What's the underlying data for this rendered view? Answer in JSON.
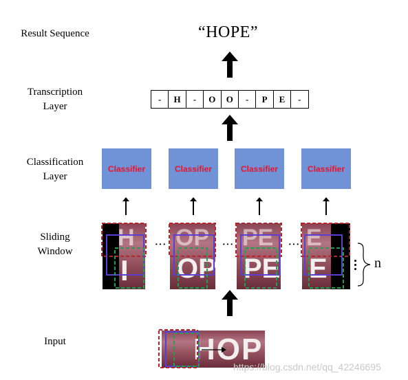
{
  "labels": {
    "result_sequence": "Result Sequence",
    "transcription_layer": "Transcription\nLayer",
    "classification_layer": "Classification\nLayer",
    "sliding_window": "Sliding\nWindow",
    "input": "Input"
  },
  "result_text": "“HOPE”",
  "transcription_sequence": [
    "-",
    "H",
    "-",
    "O",
    "O",
    "-",
    "P",
    "E",
    "-"
  ],
  "classifier_label": "Classifier",
  "classifiers": [
    "Classifier",
    "Classifier",
    "Classifier",
    "Classifier"
  ],
  "ellipsis": "···",
  "window_count_label": "n",
  "input_word": "HOPE",
  "watermark": "https://blog.csdn.net/qq_42246695",
  "colors": {
    "classifier_fill": "#6f93d6",
    "classifier_text": "#e8132b",
    "window_red_dashed": "#c0202a",
    "window_blue": "#5a3fd0",
    "window_green_dashed": "#1fa050"
  }
}
